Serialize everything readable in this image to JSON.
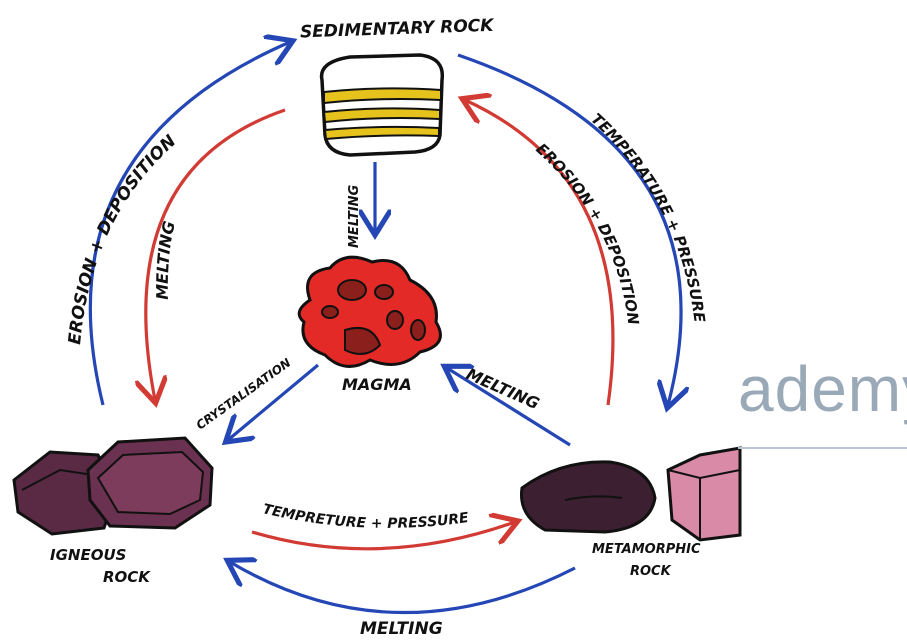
{
  "labels": {
    "sedimentary": "SEDIMENTARY ROCK",
    "magma": "MAGMA",
    "igneous_line1": "IGNEOUS",
    "igneous_line2": "ROCK",
    "metamorphic_line1": "METAMORPHIC",
    "metamorphic_line2": "ROCK"
  },
  "arrows": {
    "erosion_deposition_left": "EROSION + DEPOSITION",
    "melting_left": "MELTING",
    "melting_center": "MELTING",
    "temperature_pressure_right": "TEMPERATURE + PRESSURE",
    "erosion_deposition_right": "EROSION + DEPOSITION",
    "crystallisation": "CRYSTALISATION",
    "melting_meta_to_magma": "MELTING",
    "temperature_pressure_bottom": "TEMPRETURE + PRESSURE",
    "melting_bottom": "MELTING"
  },
  "watermark": "ademy",
  "colors": {
    "blue_arrow": "#2447b5",
    "red_arrow": "#d23b34",
    "magma": "#e32a26",
    "rock_dark": "#5a2a45",
    "rock_pink": "#d88aa7",
    "sediment_yellow": "#e5c21c"
  }
}
